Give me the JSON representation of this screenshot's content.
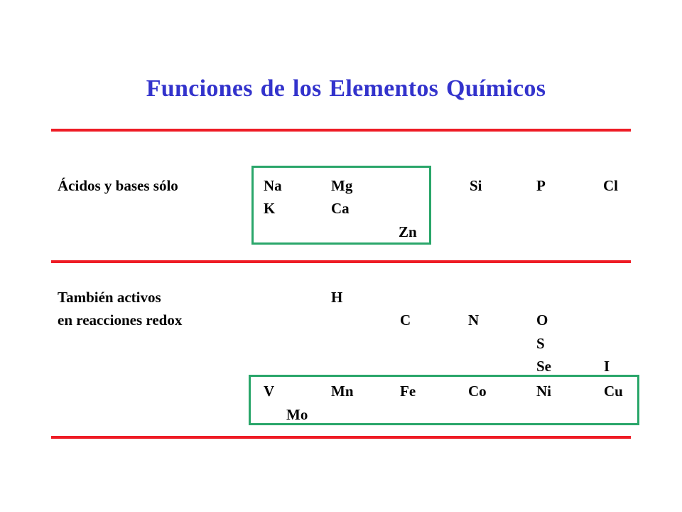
{
  "title": "Funciones de los Elementos Químicos",
  "colors": {
    "title": "#3333cc",
    "rule": "#ee1c25",
    "box_border": "#2aa66a"
  },
  "section1": {
    "label": "Ácidos y bases sólo",
    "elements": [
      "Na",
      "Mg",
      "Si",
      "P",
      "Cl",
      "K",
      "Ca",
      "Zn"
    ]
  },
  "section2": {
    "label_line1": "También activos",
    "label_line2": "en reacciones redox",
    "elements": [
      "H",
      "C",
      "N",
      "O",
      "S",
      "Se",
      "I",
      "V",
      "Mn",
      "Fe",
      "Co",
      "Ni",
      "Cu",
      "Mo"
    ]
  }
}
